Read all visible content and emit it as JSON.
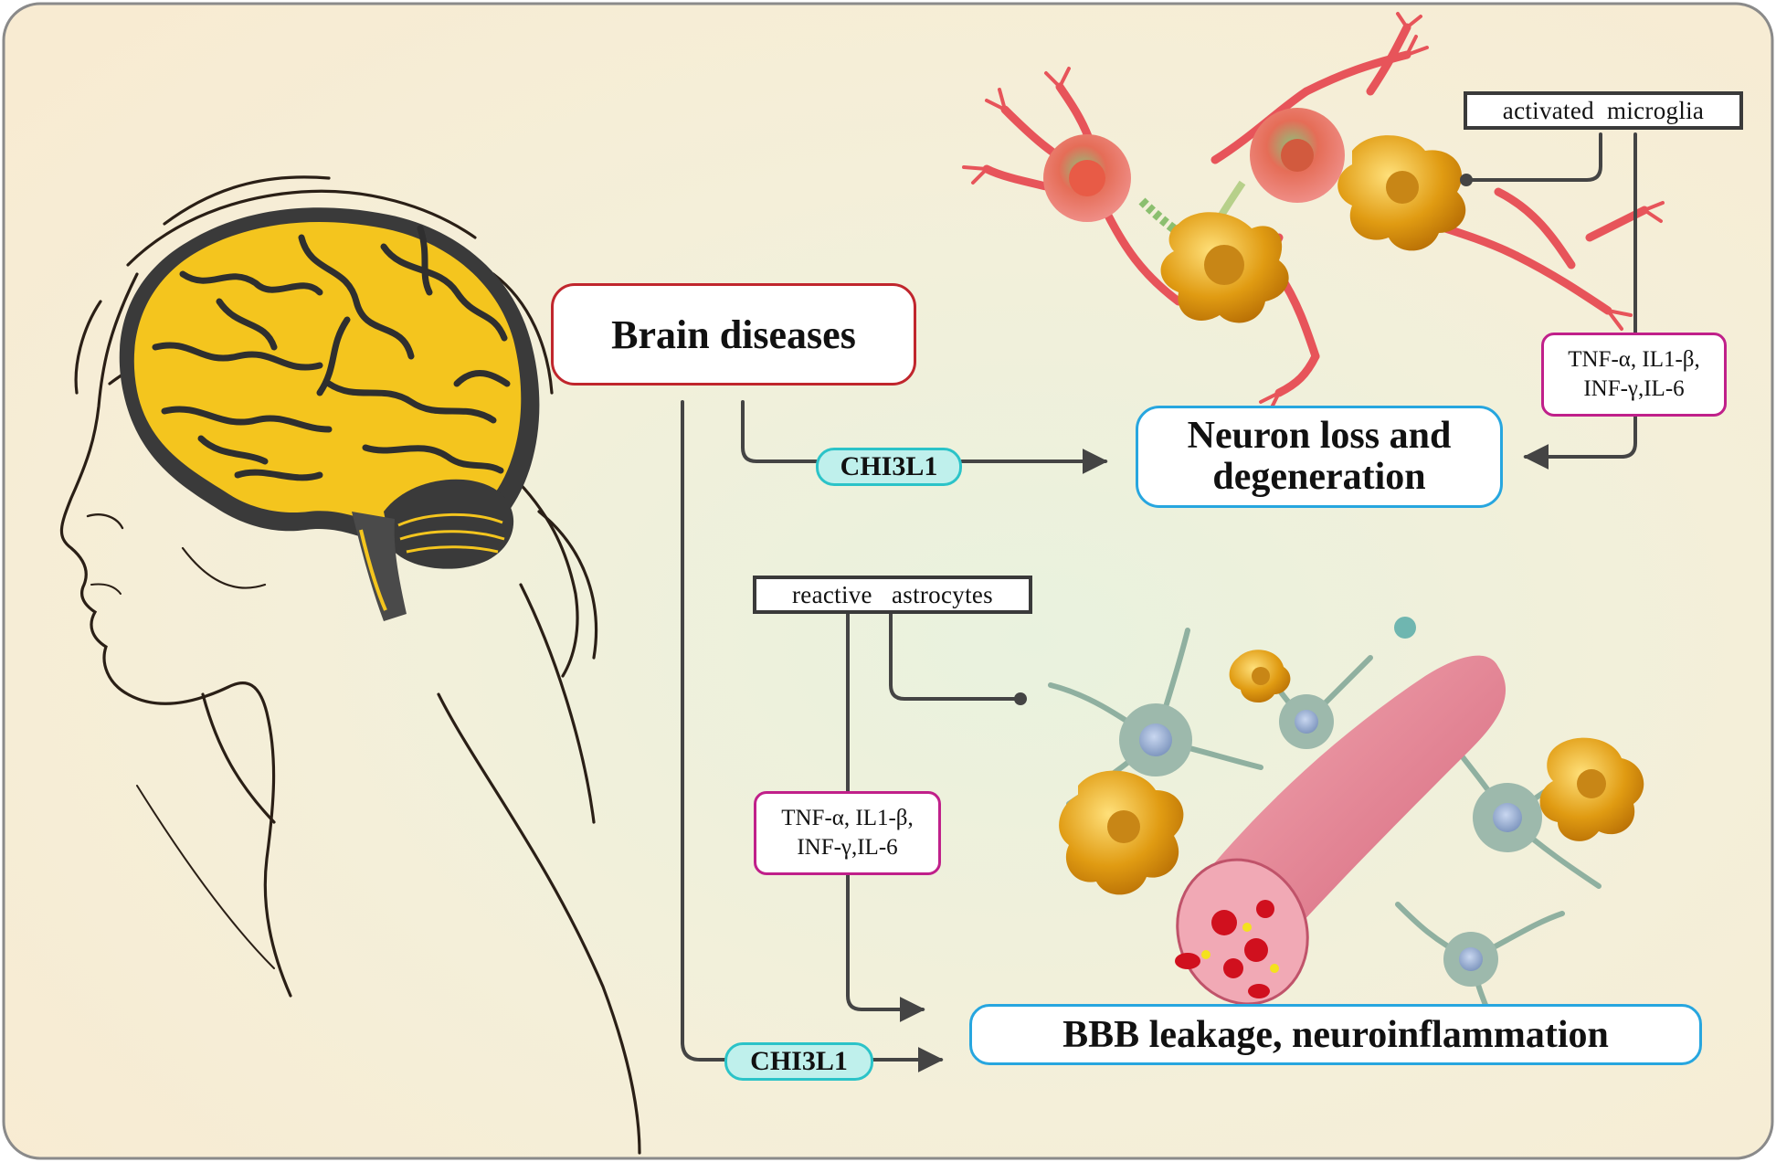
{
  "nodes": {
    "brain_diseases": "Brain diseases",
    "neuron_loss_line1": "Neuron loss and",
    "neuron_loss_line2": "degeneration",
    "bbb": "BBB leakage, neuroinflammation"
  },
  "mediators": {
    "chi3l1_top": "CHI3L1",
    "chi3l1_bottom": "CHI3L1"
  },
  "cell_labels": {
    "microglia": "activated  microglia",
    "astrocytes": "reactive   astrocytes"
  },
  "cytokines": {
    "upper_line1": "TNF-α, IL1-β,",
    "upper_line2": "INF-γ,IL-6",
    "lower_line1": "TNF-α, IL1-β,",
    "lower_line2": "INF-γ,IL-6"
  },
  "colors": {
    "panel_bg": "#f7edd6",
    "brain_yellow": "#f4c51e",
    "brain_box_border": "#c0262d",
    "outcome_box_border": "#27a6df",
    "chi3l1_fill": "#bff0ec",
    "chi3l1_border": "#2bc3c8",
    "cytokine_border": "#c0208a",
    "astrocyte_green": "#8fb0a0",
    "microglia_orange": "#f2b61a",
    "vessel_pink": "#e8899a",
    "neuron_red": "#e7545a"
  }
}
